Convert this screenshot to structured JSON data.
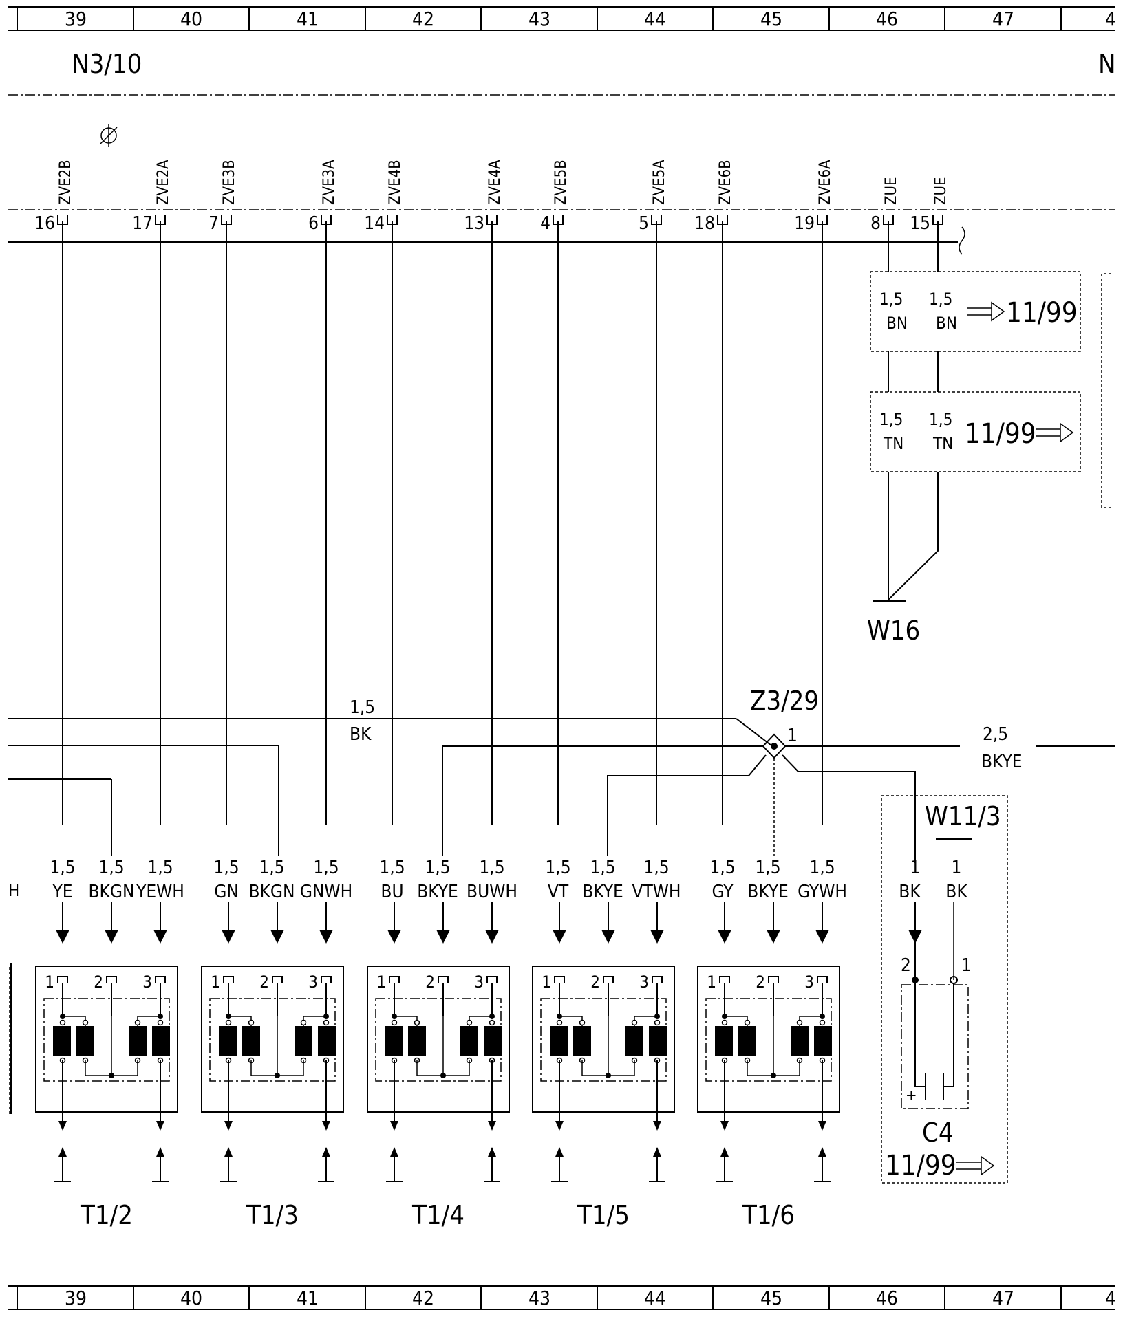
{
  "ruler": {
    "cells": [
      "39",
      "40",
      "41",
      "42",
      "43",
      "44",
      "45",
      "46",
      "47",
      "4"
    ]
  },
  "titles": {
    "left": "N3/10",
    "right": "N"
  },
  "connector_pins": [
    {
      "pin": "16",
      "signal": "ZVE2B"
    },
    {
      "pin": "17",
      "signal": "ZVE2A"
    },
    {
      "pin": "7",
      "signal": "ZVE3B"
    },
    {
      "pin": "6",
      "signal": "ZVE3A"
    },
    {
      "pin": "14",
      "signal": "ZVE4B"
    },
    {
      "pin": "13",
      "signal": "ZVE4A"
    },
    {
      "pin": "4",
      "signal": "ZVE5B"
    },
    {
      "pin": "5",
      "signal": "ZVE5A"
    },
    {
      "pin": "18",
      "signal": "ZVE6B"
    },
    {
      "pin": "19",
      "signal": "ZVE6A"
    },
    {
      "pin": "8",
      "signal": "ZUE"
    },
    {
      "pin": "15",
      "signal": "ZUE"
    }
  ],
  "boxes": {
    "bn": {
      "size": "1,5",
      "color": "BN",
      "ref": "11/99"
    },
    "tn": {
      "size": "1,5",
      "color": "TN",
      "ref": "11/99"
    }
  },
  "ground": "W16",
  "splice": {
    "name": "Z3/29",
    "pin": "1"
  },
  "bus_labels": {
    "bk": {
      "size": "1,5",
      "color": "BK"
    },
    "bkye": {
      "size": "2,5",
      "color": "BKYE"
    }
  },
  "bottom_wires": [
    {
      "size": "1,5",
      "color": "YE"
    },
    {
      "size": "1,5",
      "color": "BKGN"
    },
    {
      "size": "1,5",
      "color": "YEWH"
    },
    {
      "size": "1,5",
      "color": "GN"
    },
    {
      "size": "1,5",
      "color": "BKGN"
    },
    {
      "size": "1,5",
      "color": "GNWH"
    },
    {
      "size": "1,5",
      "color": "BU"
    },
    {
      "size": "1,5",
      "color": "BKYE"
    },
    {
      "size": "1,5",
      "color": "BUWH"
    },
    {
      "size": "1,5",
      "color": "VT"
    },
    {
      "size": "1,5",
      "color": "BKYE"
    },
    {
      "size": "1,5",
      "color": "VTWH"
    },
    {
      "size": "1,5",
      "color": "GY"
    },
    {
      "size": "1,5",
      "color": "BKYE"
    },
    {
      "size": "1,5",
      "color": "GYWH"
    }
  ],
  "edge_wire_label": "H",
  "coils": [
    {
      "name": "T1/2",
      "pins": [
        "1",
        "2",
        "3"
      ]
    },
    {
      "name": "T1/3",
      "pins": [
        "1",
        "2",
        "3"
      ]
    },
    {
      "name": "T1/4",
      "pins": [
        "1",
        "2",
        "3"
      ]
    },
    {
      "name": "T1/5",
      "pins": [
        "1",
        "2",
        "3"
      ]
    },
    {
      "name": "T1/6",
      "pins": [
        "1",
        "2",
        "3"
      ]
    }
  ],
  "w11": {
    "name": "W11/3",
    "wires": [
      {
        "size": "1",
        "color": "BK"
      },
      {
        "size": "1",
        "color": "BK"
      }
    ],
    "pins": [
      "2",
      "1"
    ],
    "capacitor": "C4",
    "plus": "+",
    "ref": "11/99"
  }
}
